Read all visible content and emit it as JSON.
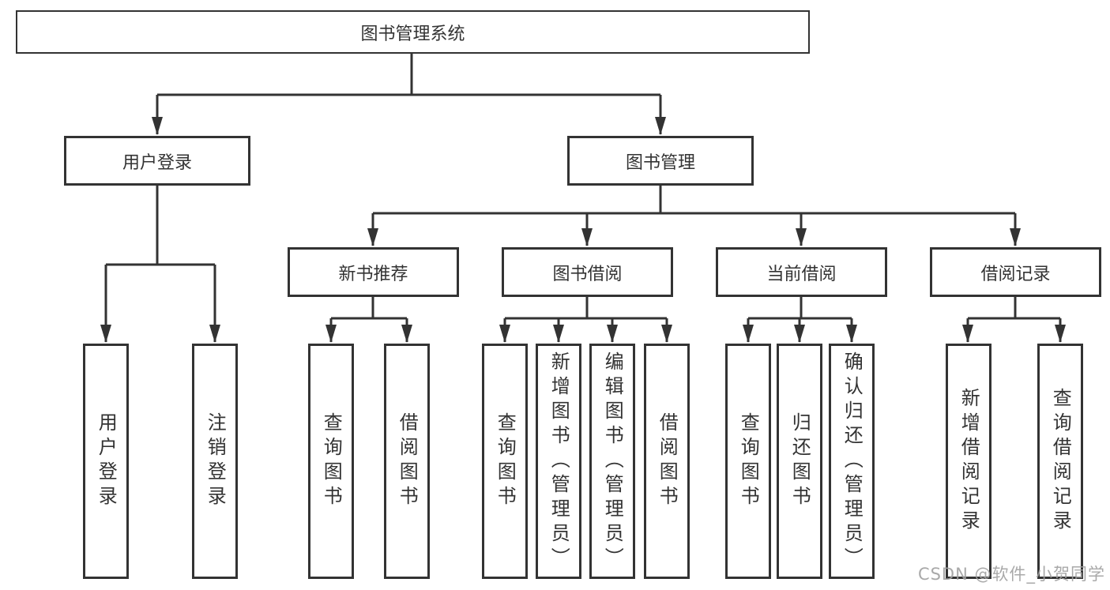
{
  "nodes": {
    "root": "图书管理系统",
    "level2": [
      "用户登录",
      "图书管理"
    ],
    "level3": [
      "新书推荐",
      "图书借阅",
      "当前借阅",
      "借阅记录"
    ],
    "level4": {
      "user_login": [
        "用户登录",
        "注销登录"
      ],
      "new_book_rec": [
        "查询图书",
        "借阅图书"
      ],
      "book_borrow": [
        "查询图书",
        "新增图书（管理员）",
        "编辑图书（管理员）",
        "借阅图书"
      ],
      "current_borrow": [
        "查询图书",
        "归还图书",
        "确认归还（管理员）"
      ],
      "borrow_records": [
        "新增借阅记录",
        "查询借阅记录"
      ]
    }
  },
  "watermark": "CSDN @软件_小贺同学",
  "colors": {
    "background": "#ffffff",
    "line": "#333333",
    "text": "#333333",
    "watermark": "#a0a0a0"
  }
}
